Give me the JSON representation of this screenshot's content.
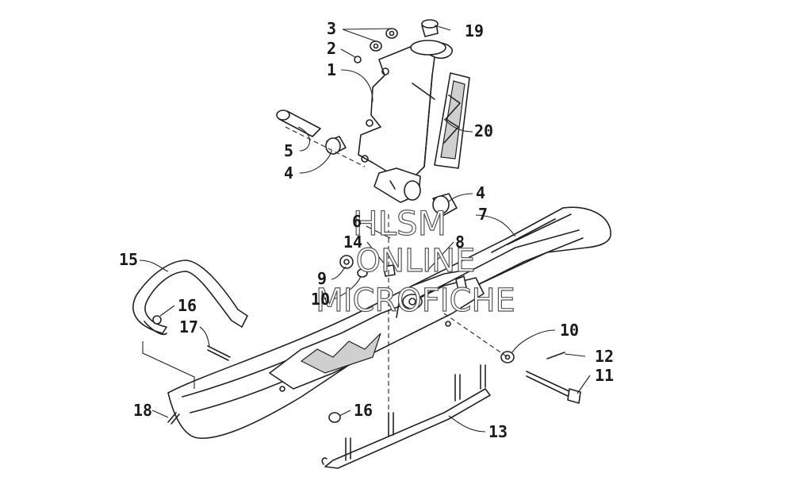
{
  "watermark": {
    "line1": "HLSM",
    "line2": "ONLINE",
    "line3": "MICROFICHE"
  },
  "callouts": [
    {
      "id": "c3",
      "text": "3"
    },
    {
      "id": "c19",
      "text": "19"
    },
    {
      "id": "c2",
      "text": "2"
    },
    {
      "id": "c1",
      "text": "1"
    },
    {
      "id": "c20",
      "text": "20"
    },
    {
      "id": "c5",
      "text": "5"
    },
    {
      "id": "c4a",
      "text": "4"
    },
    {
      "id": "c4b",
      "text": "4"
    },
    {
      "id": "c6",
      "text": "6"
    },
    {
      "id": "c7",
      "text": "7"
    },
    {
      "id": "c8",
      "text": "8"
    },
    {
      "id": "c14",
      "text": "14"
    },
    {
      "id": "c15",
      "text": "15"
    },
    {
      "id": "c9",
      "text": "9"
    },
    {
      "id": "c10a",
      "text": "10"
    },
    {
      "id": "c16a",
      "text": "16"
    },
    {
      "id": "c17",
      "text": "17"
    },
    {
      "id": "c10b",
      "text": "10"
    },
    {
      "id": "c12",
      "text": "12"
    },
    {
      "id": "c11",
      "text": "11"
    },
    {
      "id": "c18",
      "text": "18"
    },
    {
      "id": "c16b",
      "text": "16"
    },
    {
      "id": "c13",
      "text": "13"
    }
  ]
}
